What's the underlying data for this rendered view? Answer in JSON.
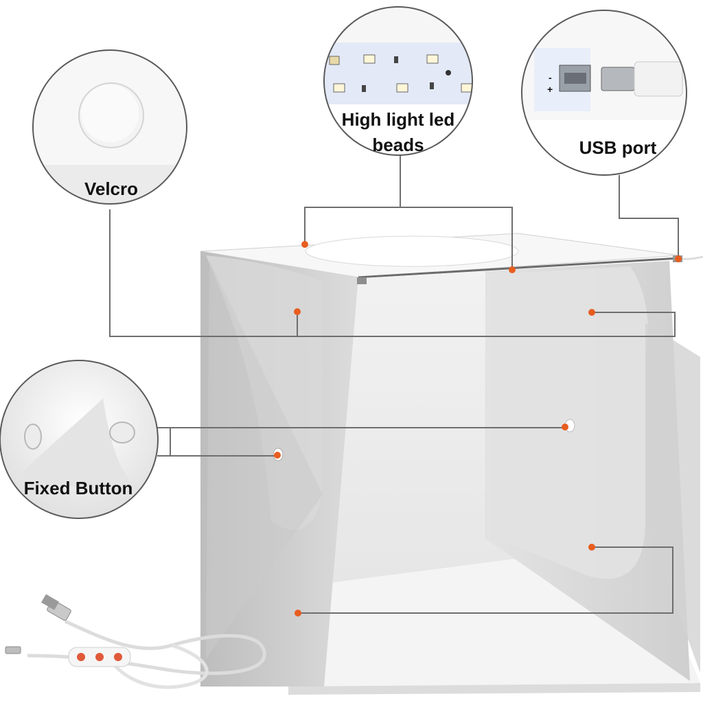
{
  "callouts": {
    "led": {
      "line1": "High light led",
      "line2": "beads"
    },
    "usb": {
      "label": "USB port",
      "minus": "-",
      "plus": "+"
    },
    "velcro": {
      "label": "Velcro"
    },
    "button": {
      "label": "Fixed Button"
    }
  },
  "colors": {
    "marker": "#e85d1f",
    "leader": "#6e6e6e",
    "circle_border": "#5a5a5a",
    "led_strip": "#e3e9f6",
    "usb_board": "#e8eefa"
  },
  "icons": {
    "velcro": "velcro-dot-icon",
    "led": "led-chip-icon",
    "usb": "micro-usb-icon",
    "button": "fixed-button-icon",
    "cable": "usb-cable-icon",
    "dimmer": "dimmer-switch-icon"
  }
}
